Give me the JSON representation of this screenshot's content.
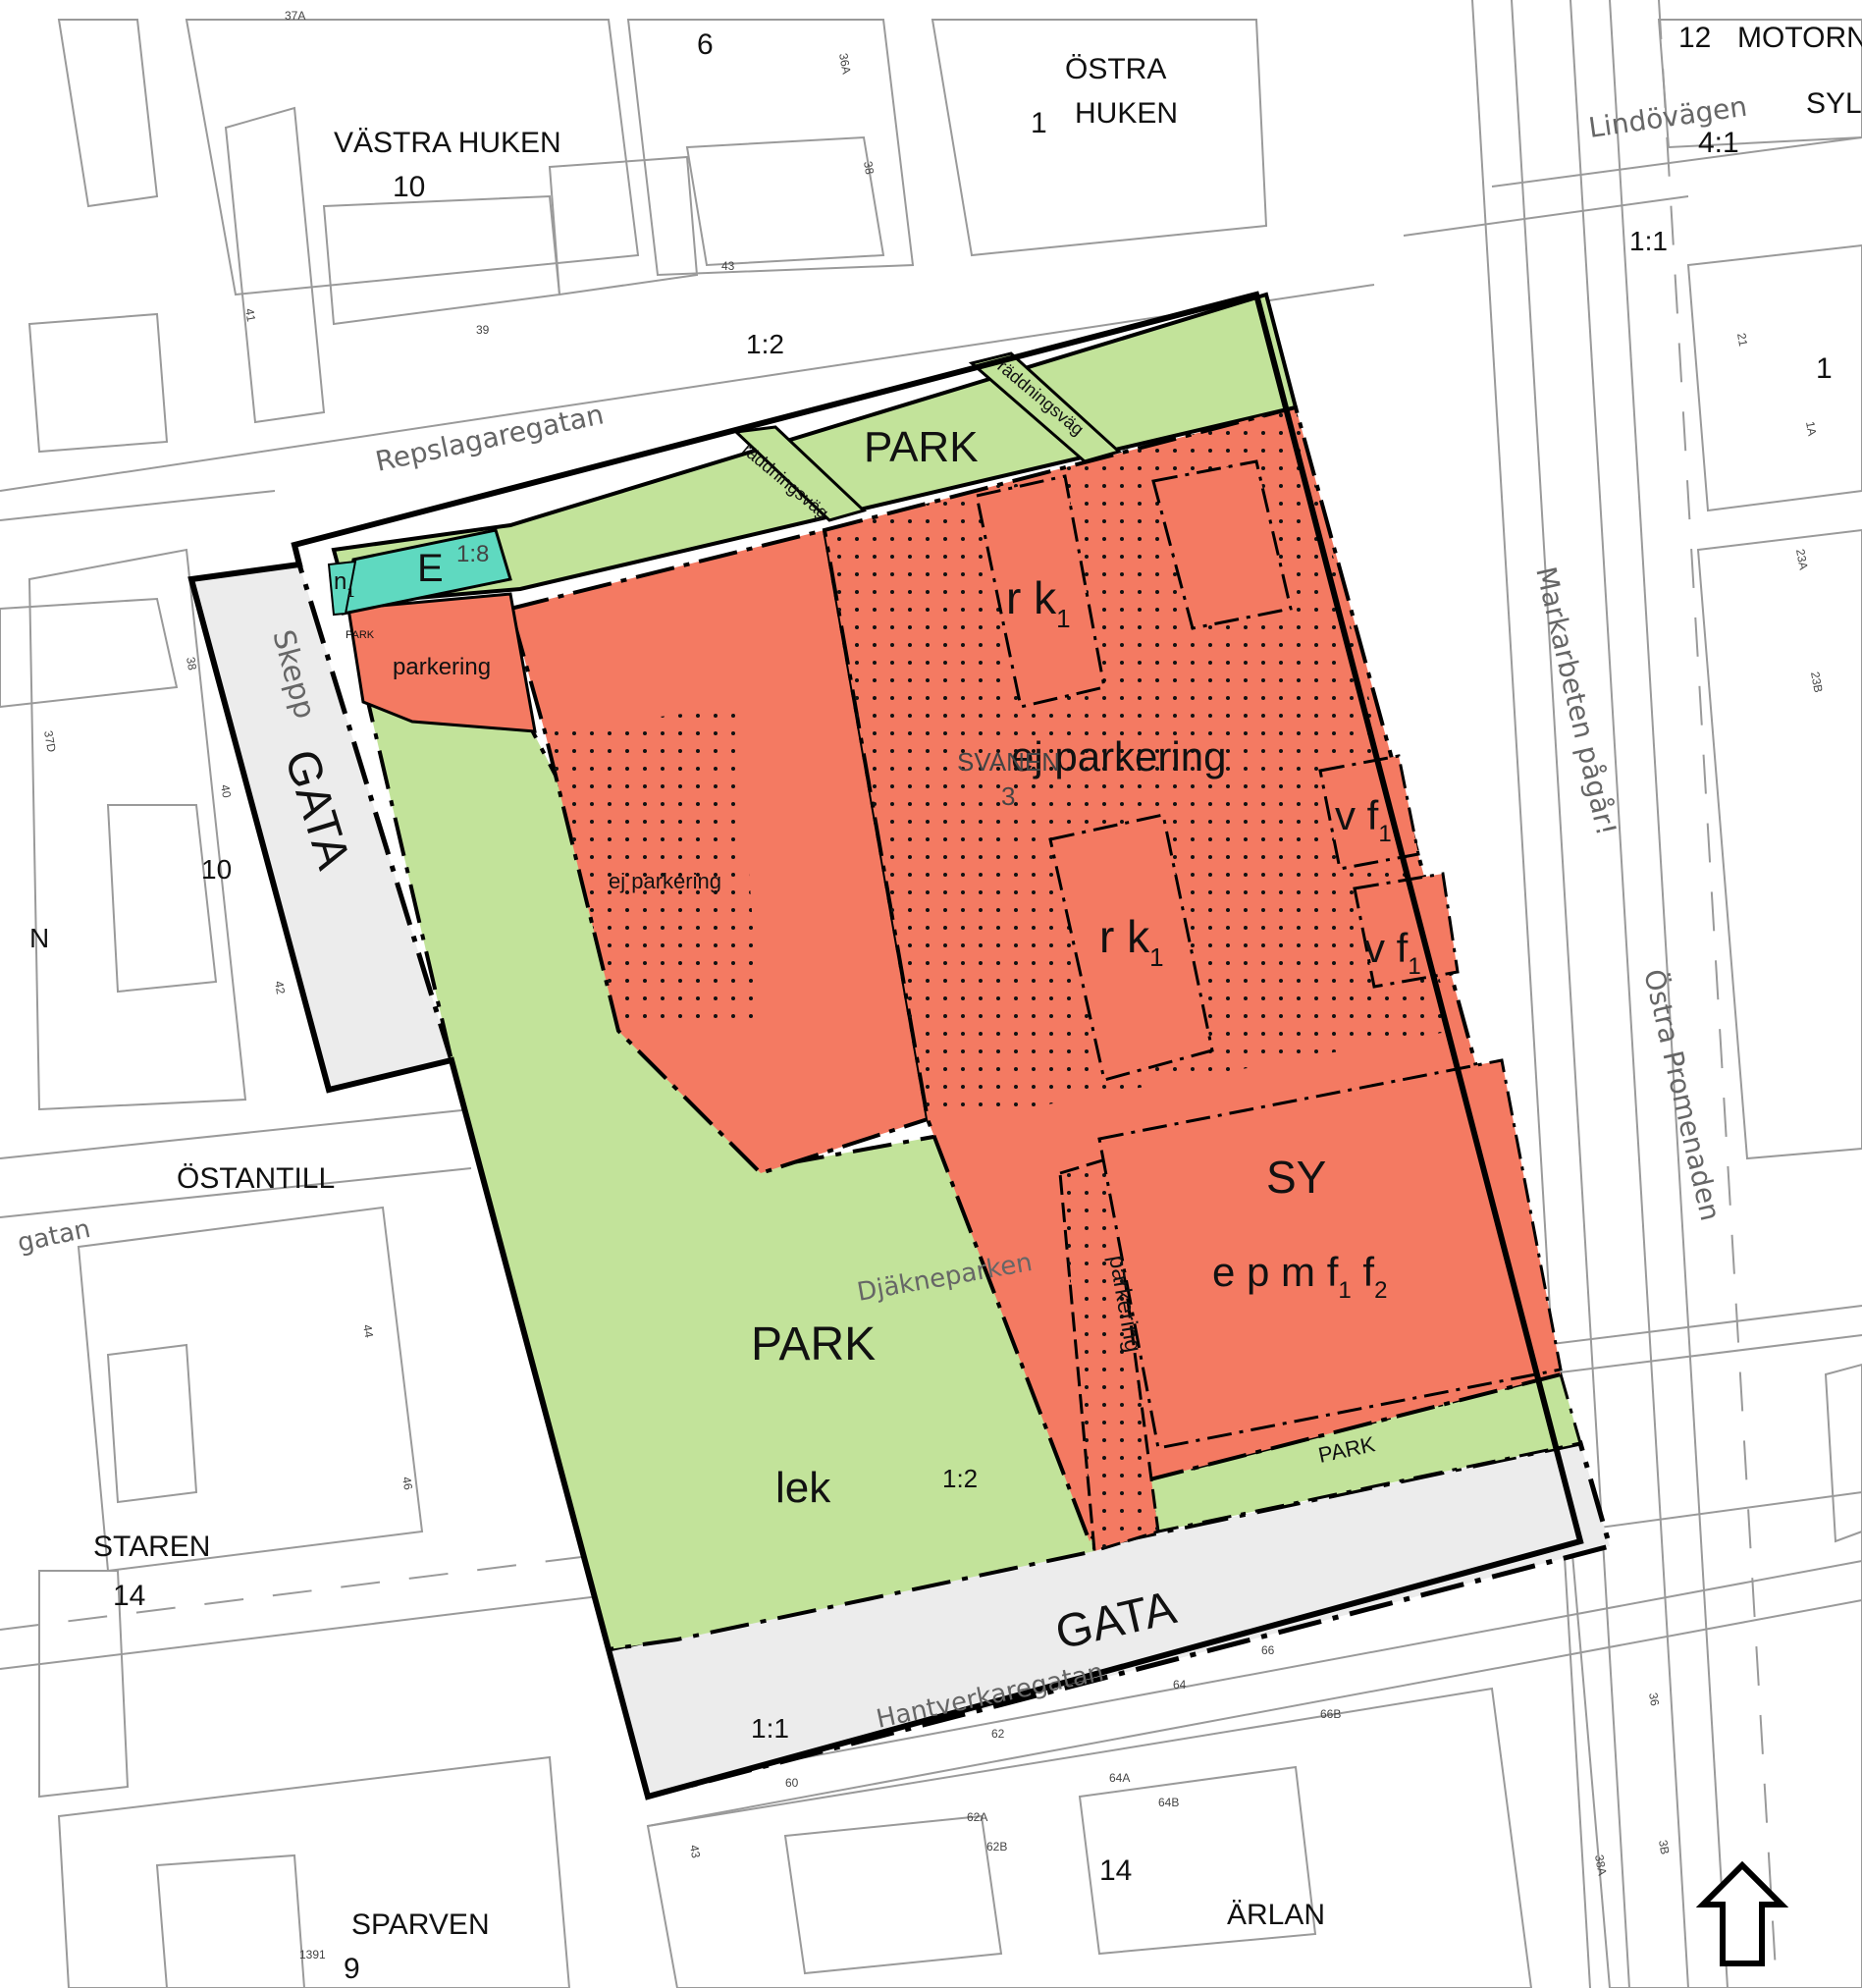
{
  "colors": {
    "park": "#c2e39a",
    "building_area": "#f47a62",
    "technical": "#5fd9c0",
    "street": "#ececec",
    "line": "#9a9a9a",
    "boundary": "#000000"
  },
  "zone_labels": {
    "park_north": "PARK",
    "park_main": "PARK",
    "park_south": "PARK",
    "park_small": "PARK",
    "lek": "lek",
    "scale_park": "1:2",
    "gata_west": "GATA",
    "gata_south": "GATA",
    "e_area": "E",
    "e_scale": "1:8",
    "n1_main": "n",
    "n1_sub": "1",
    "parkering_nw": "parkering",
    "parkering_se": "parkering",
    "ej_parkering_w": "ej parkering",
    "ej_parkering_main": "ej parkering",
    "rk1_top_main": "r k",
    "rk1_top_sub": "1",
    "rk1_mid_main": "r k",
    "rk1_mid_sub": "1",
    "vf1_a_main": "v f",
    "vf1_a_sub": "1",
    "vf1_b_main": "v f",
    "vf1_b_sub": "1",
    "sy": "SY",
    "sy_rules_a": "e p m f",
    "sy_rules_sub1": "1",
    "sy_rules_f2": " f",
    "sy_rules_sub2": "2",
    "raddningsvag_1": "räddningsväg",
    "raddningsvag_2": "räddningsväg",
    "svanen": "SVANEN",
    "svanen_no": "3"
  },
  "block_labels": {
    "vastra_huken": "VÄSTRA HUKEN",
    "vastra_huken_no": "10",
    "block6": "6",
    "ostra": "ÖSTRA",
    "huken": "HUKEN",
    "ostra_huken_no": "1",
    "block12": "12",
    "motorn": "MOTORN",
    "syl": "SYL",
    "lindovagen_no": "4:1",
    "scale_ne": "1:1",
    "scale_n": "1:2",
    "block1_e": "1",
    "block10_w": "10",
    "n_w": "N",
    "ostantill": "ÖSTANTILL",
    "staren": "STAREN",
    "staren_no": "14",
    "sparven": "SPARVEN",
    "sparven_no": "9",
    "arlan": "ÄRLAN",
    "arlan_no": "14",
    "scale_s": "1:1"
  },
  "street_labels": {
    "repslagaregatan": "Repslagaregatan",
    "lindovagen": "Lindövägen",
    "markarbeten": "Markarbeten pågår!",
    "ostra_promenaden": "Östra Promenaden",
    "skeppsbron": "Skepp",
    "hantverkaregatan": "Hantverkaregatan",
    "djakneparken": "Djäkneparken",
    "gatan_w": "gatan"
  },
  "address_numbers": [
    "37A",
    "36A",
    "38",
    "43",
    "41",
    "39",
    "38",
    "37D",
    "40",
    "42",
    "44",
    "46",
    "21",
    "23A",
    "23B",
    "1A",
    "60",
    "62",
    "62A",
    "62B",
    "64",
    "64A",
    "64B",
    "66",
    "66B",
    "36",
    "38A",
    "3B",
    "43",
    "1391"
  ]
}
